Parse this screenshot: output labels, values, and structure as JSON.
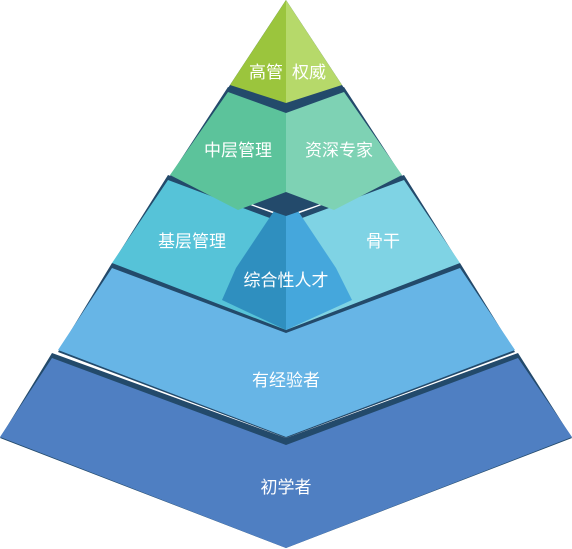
{
  "levels": {
    "top": {
      "left": "高管",
      "right": "权威"
    },
    "upper": {
      "left": "中层管理",
      "right": "资深专家"
    },
    "middle": {
      "left": "基层管理",
      "right": "骨干",
      "center": "综合性人才"
    },
    "lower": {
      "label": "有经验者"
    },
    "base": {
      "label": "初学者"
    }
  },
  "colors": {
    "top_left": "#9bc53d",
    "top_right": "#b6d96a",
    "upper_left": "#5cc39b",
    "upper_right": "#7ed2b4",
    "middle_left": "#56c3d8",
    "middle_right": "#7fd3e4",
    "center_left": "#2f8fbf",
    "center_right": "#45a7dc",
    "lower": "#67b5e6",
    "base": "#4f7fc2",
    "edge": "#234a6b"
  }
}
